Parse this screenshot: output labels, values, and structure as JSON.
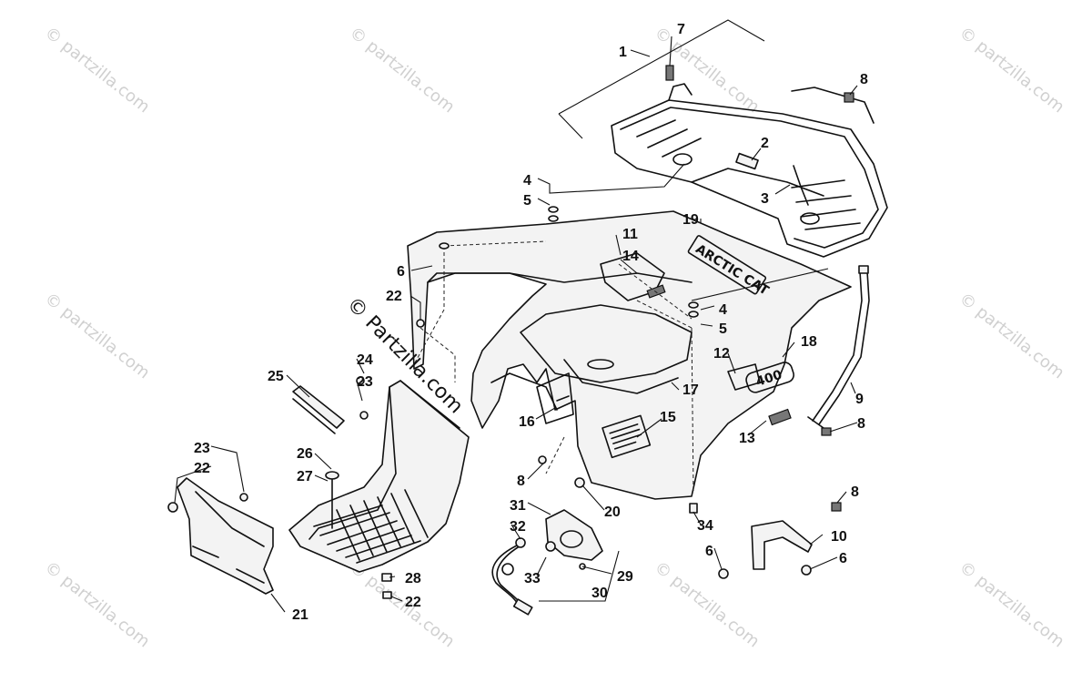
{
  "watermark": {
    "repeat_text": "© partzilla.com",
    "main_text": "© Partzilla.com"
  },
  "decals": {
    "brand": "ARCTIC CAT",
    "model": "400"
  },
  "callouts": [
    "1",
    "2",
    "3",
    "4",
    "5",
    "6",
    "7",
    "8",
    "9",
    "10",
    "11",
    "12",
    "13",
    "14",
    "15",
    "16",
    "17",
    "18",
    "19",
    "20",
    "21",
    "22",
    "23",
    "24",
    "25",
    "26",
    "27",
    "28",
    "29",
    "30",
    "31",
    "32",
    "33",
    "34"
  ]
}
